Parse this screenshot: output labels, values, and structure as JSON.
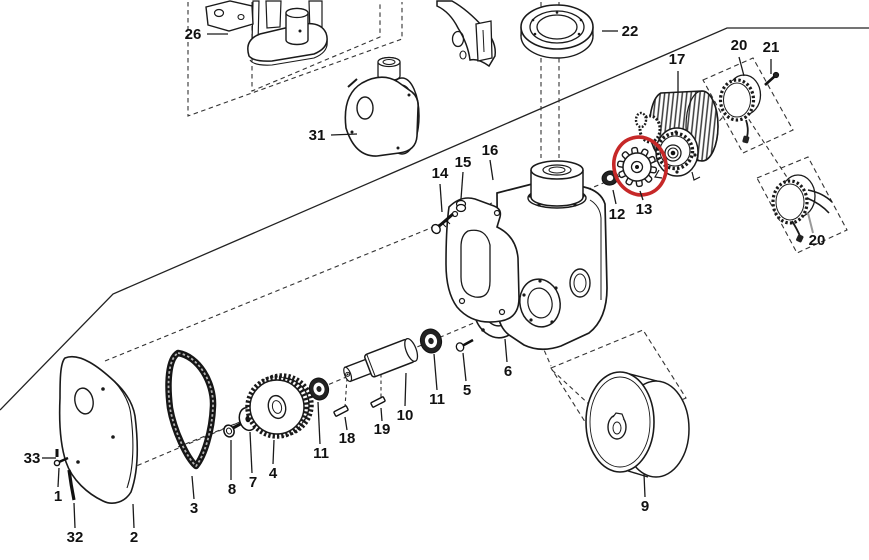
{
  "diagram": {
    "kind": "exploded-parts-diagram",
    "line_color": "#1a1a1a",
    "highlight_color": "#c62828",
    "highlighted_part_label": "13",
    "labels": [
      "26",
      "31",
      "22",
      "17",
      "20",
      "21",
      "14",
      "15",
      "16",
      "12",
      "13",
      "20",
      "5",
      "6",
      "10",
      "11",
      "19",
      "18",
      "11",
      "4",
      "7",
      "8",
      "3",
      "2",
      "32",
      "1",
      "33",
      "9"
    ],
    "callout_numbers": [
      "1",
      "2",
      "3",
      "4",
      "5",
      "6",
      "7",
      "8",
      "9",
      "10",
      "11",
      "12",
      "13",
      "14",
      "15",
      "16",
      "17",
      "18",
      "19",
      "20",
      "21",
      "22",
      "26",
      "31",
      "32",
      "33"
    ]
  }
}
